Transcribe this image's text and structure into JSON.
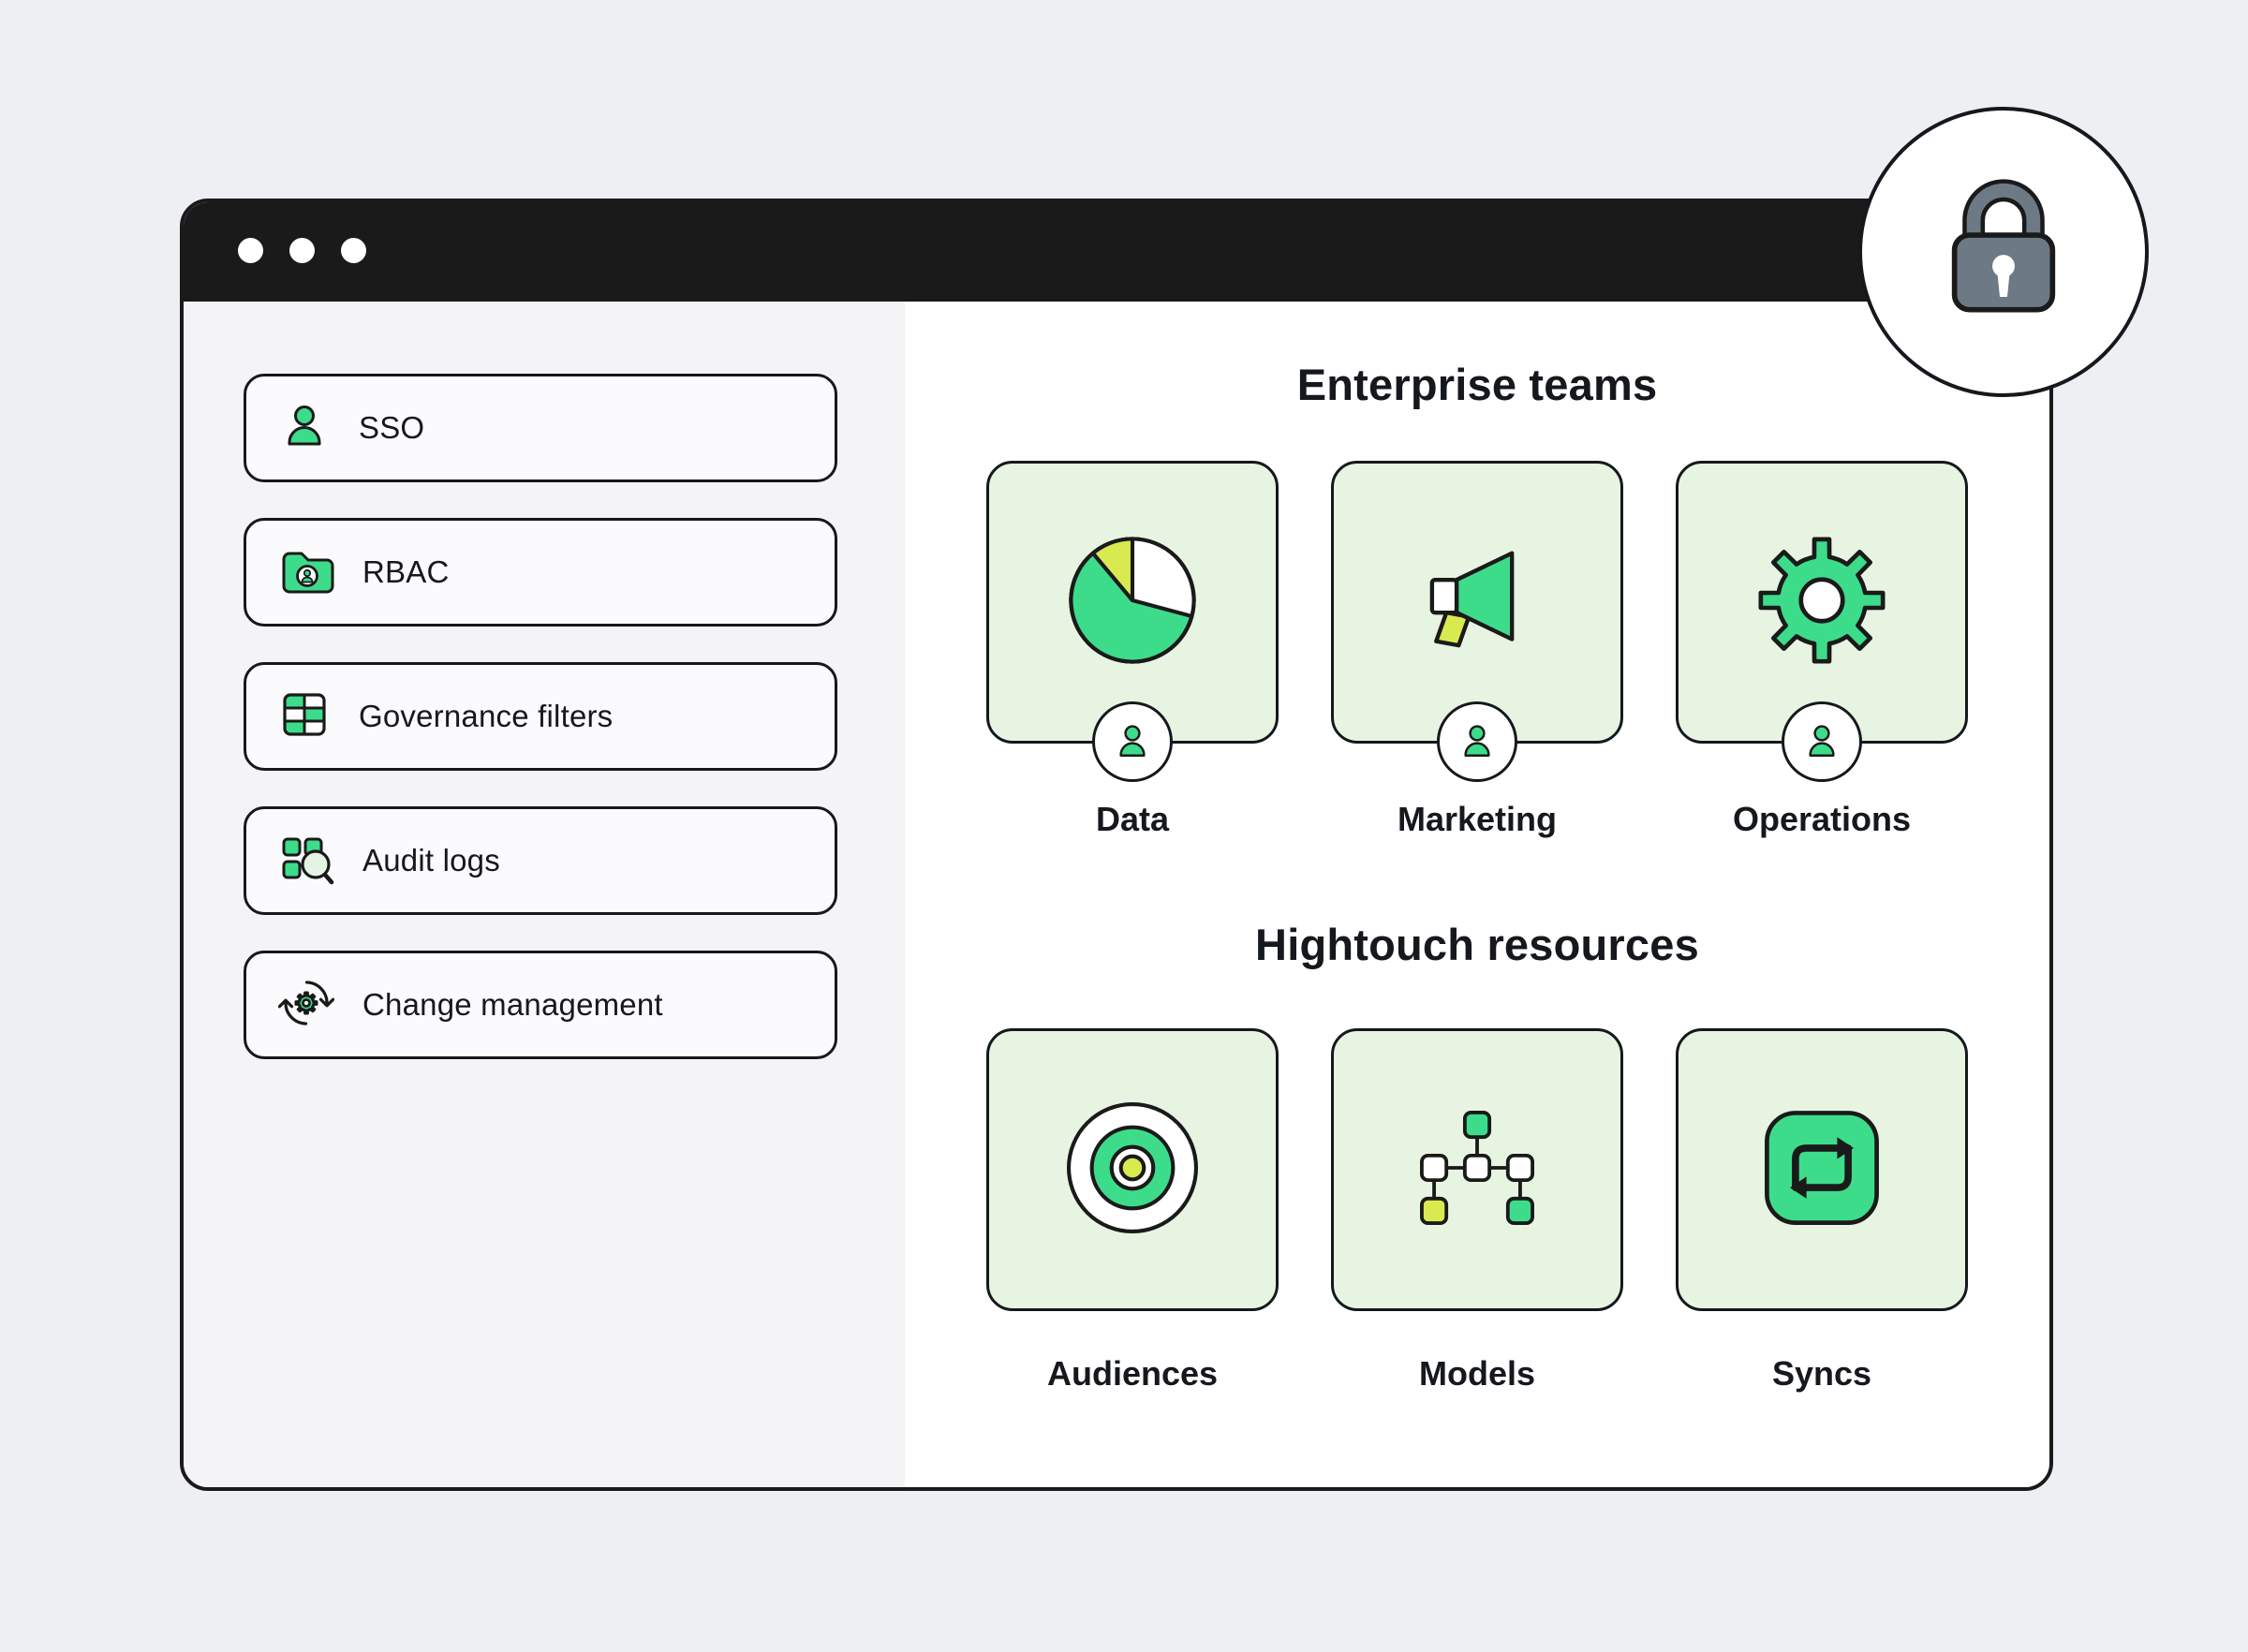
{
  "window": {
    "controls": {
      "dots": 3
    },
    "lock_icon": "lock-icon"
  },
  "sidebar": {
    "items": [
      {
        "label": "SSO",
        "icon": "user-icon"
      },
      {
        "label": "RBAC",
        "icon": "folder-user-icon"
      },
      {
        "label": "Governance filters",
        "icon": "table-grid-icon"
      },
      {
        "label": "Audit logs",
        "icon": "audit-search-icon"
      },
      {
        "label": "Change management",
        "icon": "change-gear-icon"
      }
    ]
  },
  "main": {
    "sections": [
      {
        "title": "Enterprise teams",
        "cards": [
          {
            "label": "Data",
            "icon": "pie-chart-icon",
            "badge": "person-badge"
          },
          {
            "label": "Marketing",
            "icon": "megaphone-icon",
            "badge": "person-badge"
          },
          {
            "label": "Operations",
            "icon": "gear-icon",
            "badge": "person-badge"
          }
        ]
      },
      {
        "title": "Hightouch resources",
        "cards": [
          {
            "label": "Audiences",
            "icon": "target-icon"
          },
          {
            "label": "Models",
            "icon": "flowchart-icon"
          },
          {
            "label": "Syncs",
            "icon": "sync-arrows-icon"
          }
        ]
      }
    ]
  },
  "colors": {
    "green": "#3ddc8b",
    "lime": "#d8ea4f",
    "card_bg": "#e7f4e1",
    "page_bg": "#edeff3",
    "sidebar_bg": "#f4f4f6",
    "ink": "#1a1a1a",
    "lock_gray": "#6d7a85"
  }
}
